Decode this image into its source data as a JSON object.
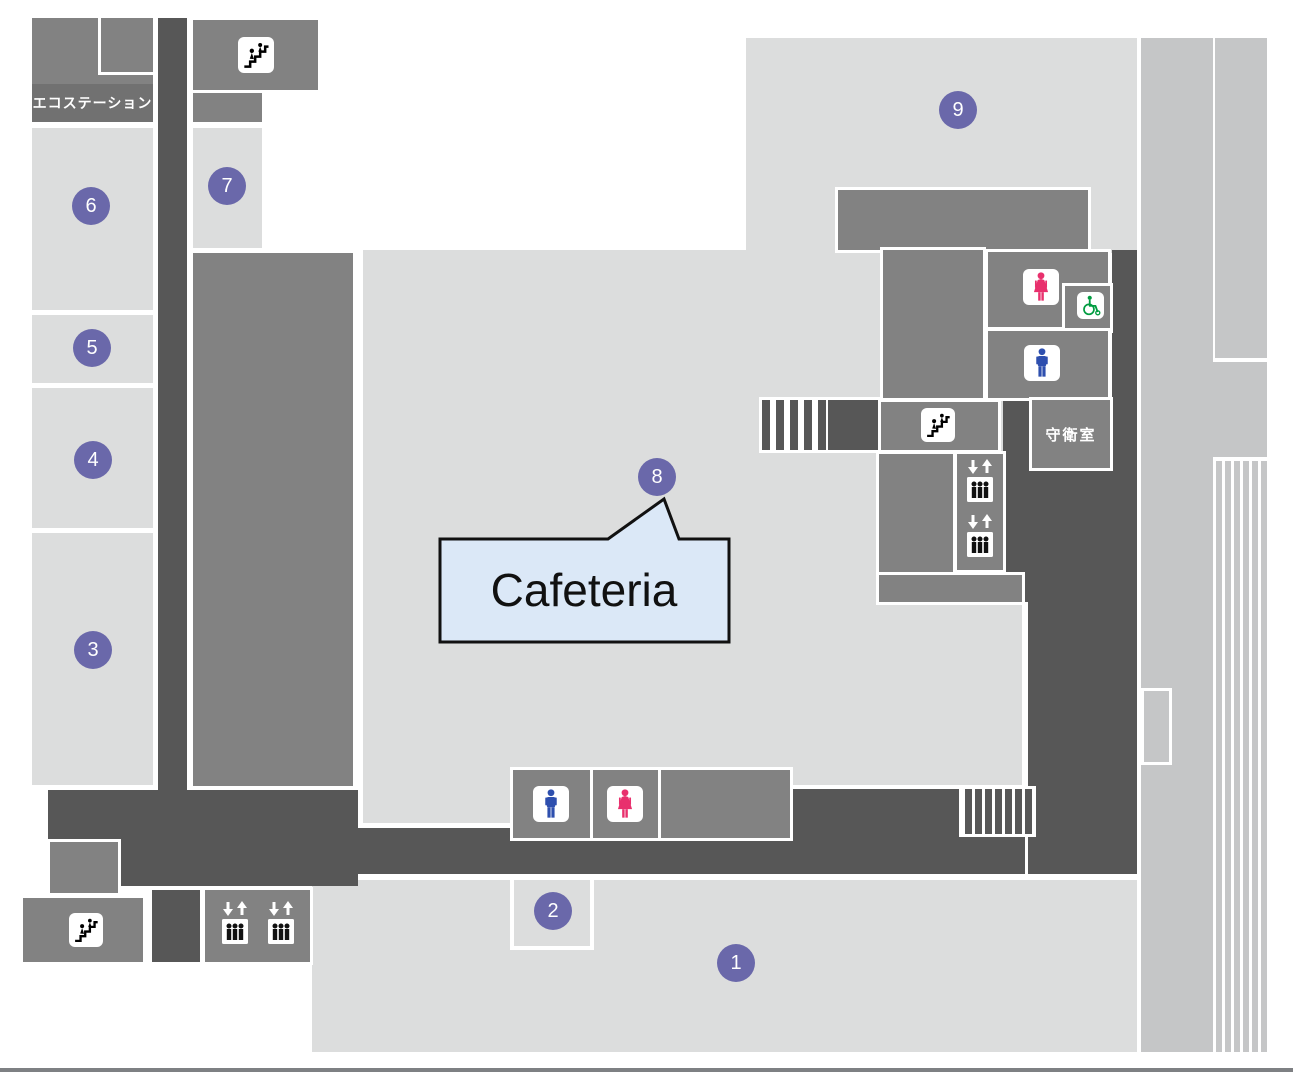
{
  "labels": {
    "eco_station": "エコステーション",
    "guard_room": "守衛室",
    "cafeteria": "Cafeteria"
  },
  "markers": [
    {
      "label": "1"
    },
    {
      "label": "2"
    },
    {
      "label": "3"
    },
    {
      "label": "4"
    },
    {
      "label": "5"
    },
    {
      "label": "6"
    },
    {
      "label": "7"
    },
    {
      "label": "8"
    },
    {
      "label": "9"
    }
  ],
  "icons": {
    "stairs": "stairs-icon",
    "elevator": "elevator-icon",
    "male_restroom": "male-restroom-icon",
    "female_restroom": "female-restroom-icon",
    "wheelchair_accessible": "wheelchair-accessible-icon"
  },
  "colors": {
    "room_light": "#dcdddd",
    "wall_strip": "#c5c6c7",
    "block_medium": "#828282",
    "corridor_dark": "#575757",
    "marker_purple": "#6a68aa",
    "callout_fill": "#dbe8f7",
    "male_blue": "#2e4fae",
    "female_pink": "#e8306d",
    "wheelchair_green": "#009c40"
  }
}
